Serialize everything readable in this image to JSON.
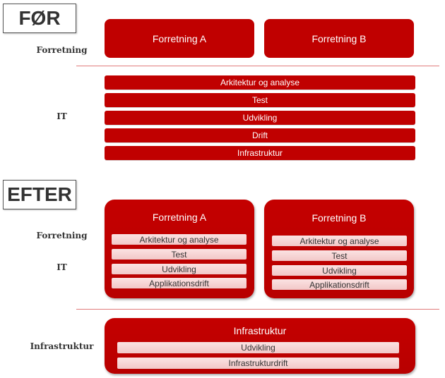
{
  "before": {
    "title": "FØR",
    "forretning_label": "Forretning",
    "it_label": "IT",
    "business_boxes": [
      "Forretning A",
      "Forretning B"
    ],
    "it_bars": [
      "Arkitektur og analyse",
      "Test",
      "Udvikling",
      "Drift",
      "Infrastruktur"
    ]
  },
  "after": {
    "title": "EFTER",
    "forretning_label": "Forretning",
    "it_label": "IT",
    "infrastruktur_label": "Infrastruktur",
    "business_units": [
      {
        "title": "Forretning A",
        "items": [
          "Arkitektur og analyse",
          "Test",
          "Udvikling",
          "Applikationsdrift"
        ]
      },
      {
        "title": "Forretning B",
        "items": [
          "Arkitektur og analyse",
          "Test",
          "Udvikling",
          "Applikationsdrift"
        ]
      }
    ],
    "infrastructure": {
      "title": "Infrastruktur",
      "items": [
        "Udvikling",
        "Infrastrukturdrift"
      ]
    }
  },
  "colors": {
    "primary_red": "#c00000",
    "divider": "#e07a7a",
    "sub_bar": "#f5d0d0"
  }
}
